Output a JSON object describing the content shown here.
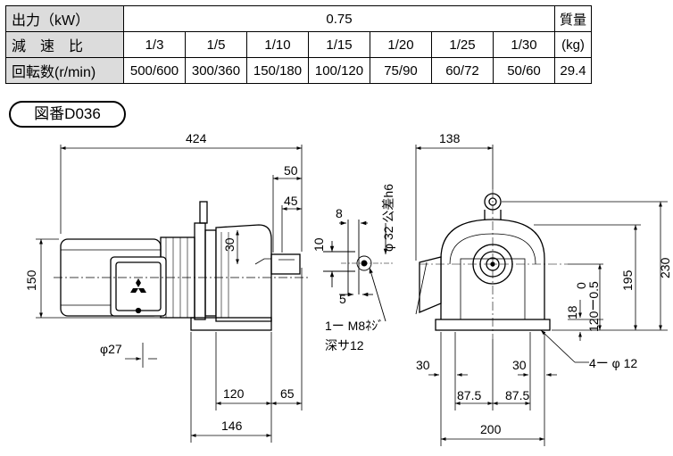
{
  "table": {
    "row1_label": "出力（kW）",
    "output_value": "0.75",
    "weight_header": "質量",
    "row2_label": "減　速　比",
    "ratios": [
      "1/3",
      "1/5",
      "1/10",
      "1/15",
      "1/20",
      "1/25",
      "1/30"
    ],
    "weight_unit": "(kg)",
    "row3_label": "回転数(r/min)",
    "speeds": [
      "500/600",
      "300/360",
      "150/180",
      "100/120",
      "75/90",
      "60/72",
      "50/60"
    ],
    "weight_value": "29.4"
  },
  "figure_label": "図番D036",
  "dims": {
    "overall_length": "424",
    "shaft_50": "50",
    "shaft_45": "45",
    "dim_30_front": "30",
    "height_150": "150",
    "dia_27": "φ27",
    "base_120": "120",
    "base_65": "65",
    "base_146": "146",
    "key_8": "8",
    "key_10": "10",
    "shaft_dia": "φ 32 公差h6",
    "key_5": "5",
    "tap_note_1": "1ー M8ﾈｼﾞ",
    "tap_note_2": "深サ12",
    "side_138": "138",
    "height_230": "230",
    "height_195": "195",
    "shaft_height": "120ー0.5",
    "shaft_tol_0": "0",
    "foot_18": "18",
    "foot_30_left": "30",
    "foot_30_right": "30",
    "hole_note": "4ー φ 12",
    "pitch_left": "87.5",
    "pitch_right": "87.5",
    "width_200": "200"
  }
}
